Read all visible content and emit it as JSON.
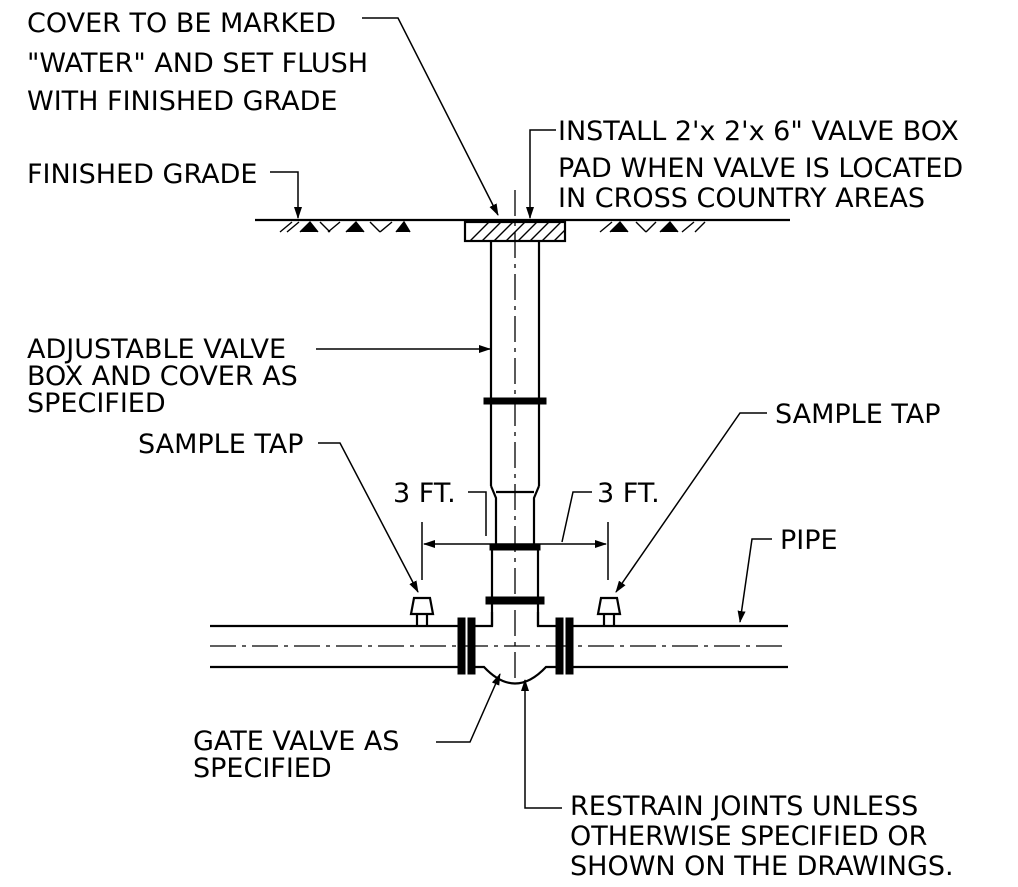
{
  "labels": {
    "cover": [
      "COVER TO BE MARKED",
      "\"WATER\" AND SET FLUSH",
      "WITH FINISHED GRADE"
    ],
    "install_pad": [
      "INSTALL 2'x 2'x 6\" VALVE BOX",
      "PAD WHEN VALVE IS LOCATED",
      "IN CROSS COUNTRY AREAS"
    ],
    "finished_grade": "FINISHED GRADE",
    "valve_box": [
      "ADJUSTABLE VALVE",
      "BOX AND COVER AS",
      "SPECIFIED"
    ],
    "sample_tap_left": "SAMPLE TAP",
    "sample_tap_right": "SAMPLE TAP",
    "dim_left": "3 FT.",
    "dim_right": "3 FT.",
    "pipe": "PIPE",
    "gate_valve": [
      "GATE VALVE AS",
      "SPECIFIED"
    ],
    "restrain": [
      "RESTRAIN JOINTS UNLESS",
      "OTHERWISE SPECIFIED OR",
      "SHOWN ON THE DRAWINGS."
    ]
  }
}
